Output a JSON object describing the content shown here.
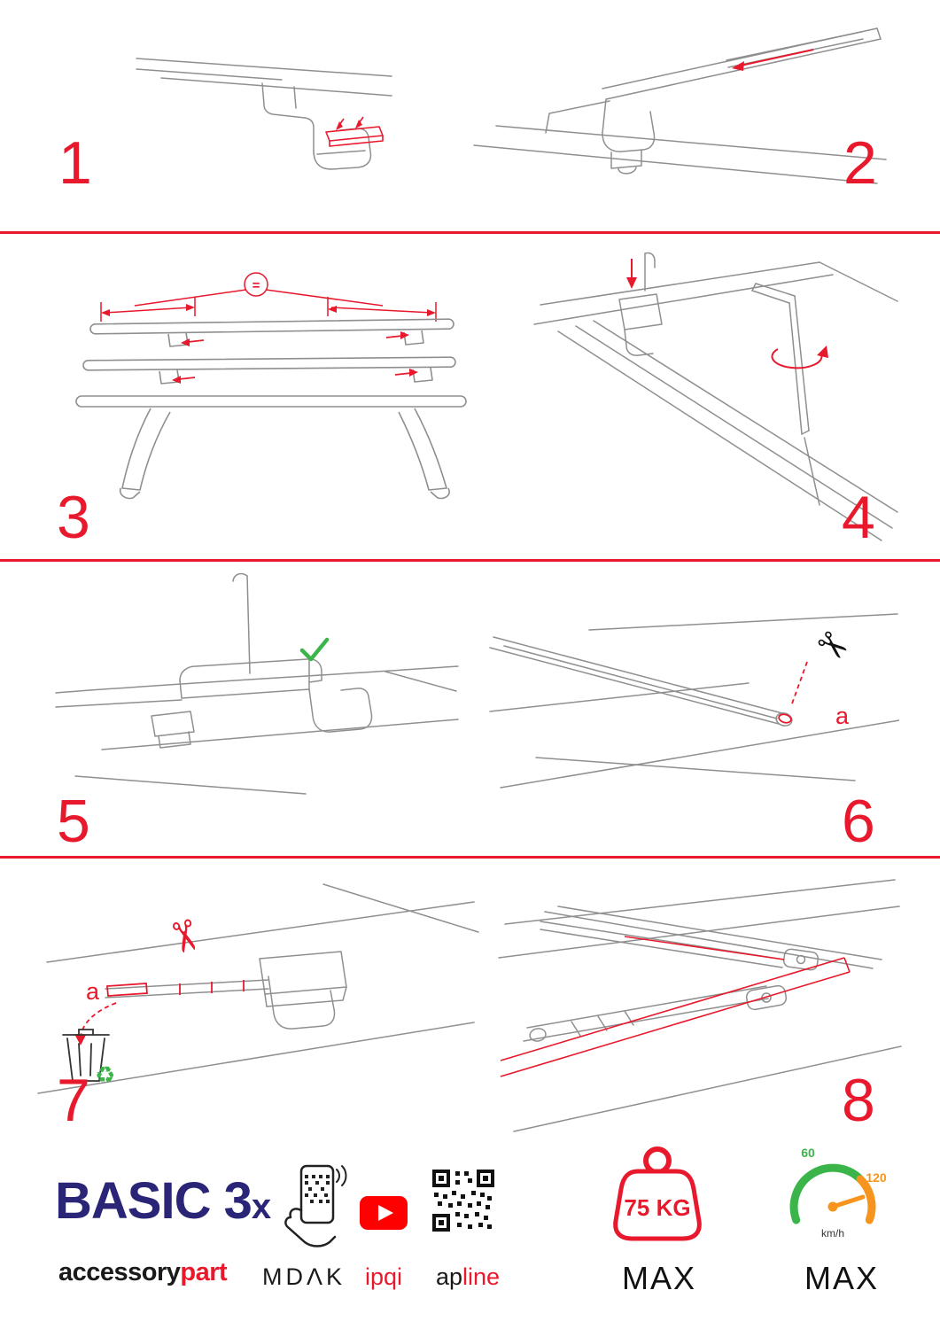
{
  "colors": {
    "accent_red": "#e8192c",
    "green": "#3bb54a",
    "orange": "#f7941d",
    "brand_navy": "#2b2577",
    "youtube_red": "#ff0000",
    "ink": "#1a1a1a",
    "line_gray": "#8f8f8f"
  },
  "steps": [
    {
      "number": "1"
    },
    {
      "number": "2"
    },
    {
      "number": "3"
    },
    {
      "number": "4"
    },
    {
      "number": "5"
    },
    {
      "number": "6"
    },
    {
      "number": "7"
    },
    {
      "number": "8"
    }
  ],
  "annotations": {
    "equal_sign": "=",
    "step6_label": "a",
    "step7_label": "a"
  },
  "icons": {
    "scissors": "✂",
    "recycle": "♻",
    "check": "✓"
  },
  "footer": {
    "brand_basic": "BASIC 3",
    "brand_x": "x",
    "accessory": "accessory",
    "part": "part",
    "mdak": "MDΛK",
    "ipqi": "ipqi",
    "apline_ap": "ap",
    "apline_line": "line",
    "weight_value": "75 KG",
    "weight_max": "MAX",
    "speed_60": "60",
    "speed_120": "120",
    "speed_unit": "km/h",
    "speed_max": "MAX"
  }
}
